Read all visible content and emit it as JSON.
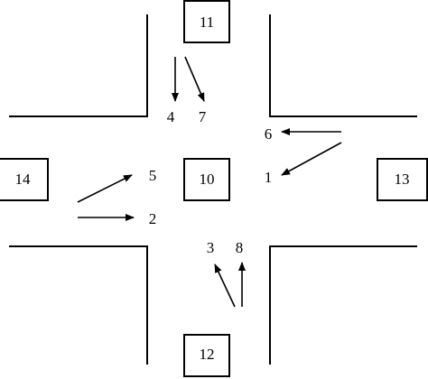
{
  "zones": {
    "north": "11",
    "south": "12",
    "east": "13",
    "west": "14",
    "center": "10"
  },
  "movements": [
    "1",
    "2",
    "3",
    "4",
    "5",
    "6",
    "7",
    "8"
  ]
}
